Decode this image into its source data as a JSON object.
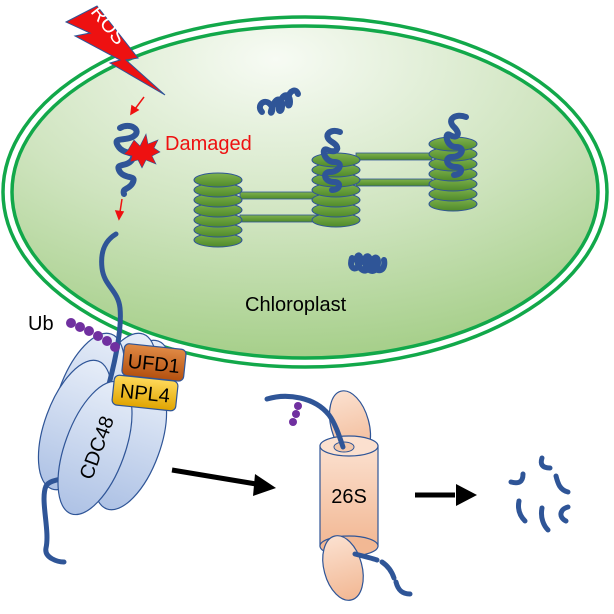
{
  "title": "CDC48-mediated degradation of ROS-damaged chloroplast proteins",
  "labels": {
    "ros": "ROS",
    "damaged": "Damaged",
    "chloroplast": "Chloroplast",
    "ub": "Ub",
    "ufd1": "UFD1",
    "npl4": "NPL4",
    "cdc48": "CDC48",
    "proteasome": "26S"
  },
  "colors": {
    "membrane": "#12a84a",
    "stroma_light": "#f2f8ee",
    "stroma_dark": "#a9d18e",
    "thylakoid_fill": "#5f9a35",
    "thylakoid_stroke": "#2f5597",
    "protein": "#2f5597",
    "ros": "#ee1111",
    "damaged_text": "#ee1111",
    "ubiquitin": "#7030a0",
    "cdc48_fill": "#c9d6ee",
    "cdc48_stroke": "#2f5597",
    "ufd1": "#c55a11",
    "npl4": "#f2b800",
    "proteasome": "#f8cbad",
    "arrow": "#000000"
  },
  "flow": [
    "Damaged protein",
    "CDC48-UFD1-NPL4 extraction",
    "26S proteasome",
    "Peptide fragments"
  ]
}
